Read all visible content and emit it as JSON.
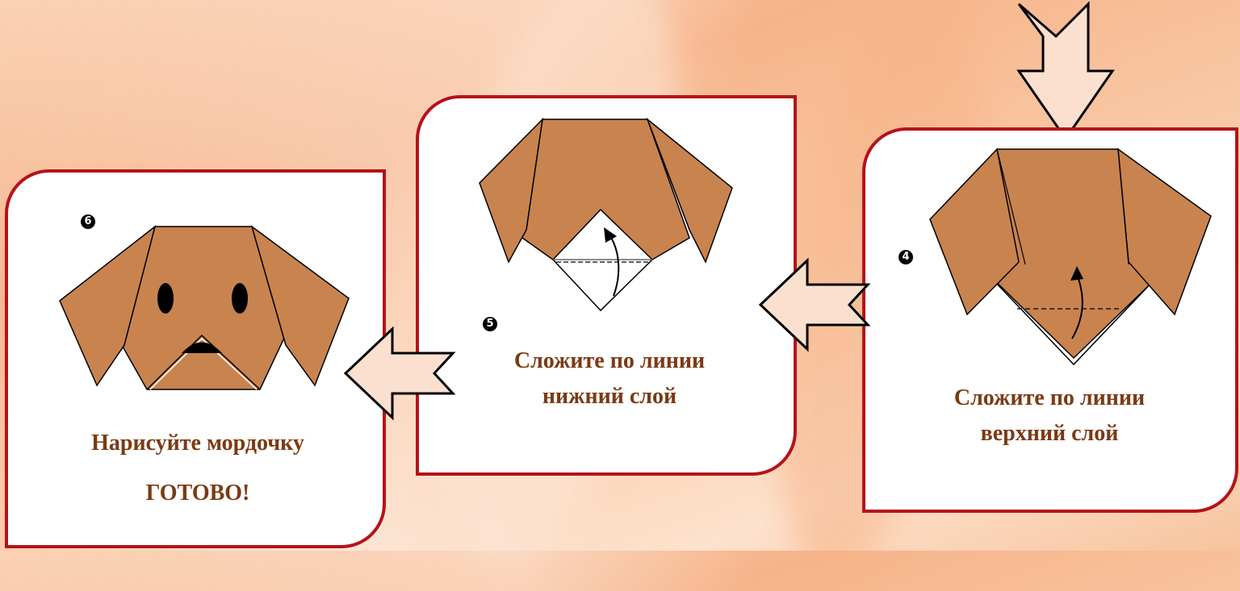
{
  "steps": [
    {
      "number": "4",
      "line1": "Сложите по линии",
      "line2": "верхний слой"
    },
    {
      "number": "5",
      "line1": "Сложите по линии",
      "line2": "нижний слой"
    },
    {
      "number": "6",
      "line1": "Нарисуйте мордочку",
      "line2": "ГОТОВО!"
    }
  ],
  "colors": {
    "paper": "#c9834f",
    "border": "#b5121b",
    "caption": "#7b3a14",
    "arrow_fill": "#fbe0cf"
  }
}
